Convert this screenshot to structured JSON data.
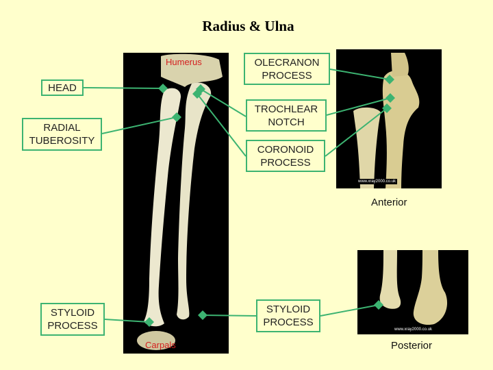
{
  "title": "Radius & Ulna",
  "labels": {
    "head": "HEAD",
    "radial_tuberosity": "RADIAL TUBEROSITY",
    "olecranon_process": "OLECRANON PROCESS",
    "trochlear_notch": "TROCHLEAR NOTCH",
    "coronoid_process": "CORONOID PROCESS",
    "styloid_process_left": "STYLOID PROCESS",
    "styloid_process_right": "STYLOID PROCESS"
  },
  "photo_labels": {
    "humerus": "Humerus",
    "carpals": "Carpals"
  },
  "captions": {
    "anterior": "Anterior",
    "posterior": "Posterior"
  },
  "credits": {
    "top": "www.xray2000.co.uk",
    "bottom": "www.xray2000.co.uk"
  },
  "colors": {
    "background": "#ffffcc",
    "label_border": "#3cb371",
    "arrow": "#3cb371",
    "red_label": "#d42020",
    "bone": "#e8e4c8"
  }
}
